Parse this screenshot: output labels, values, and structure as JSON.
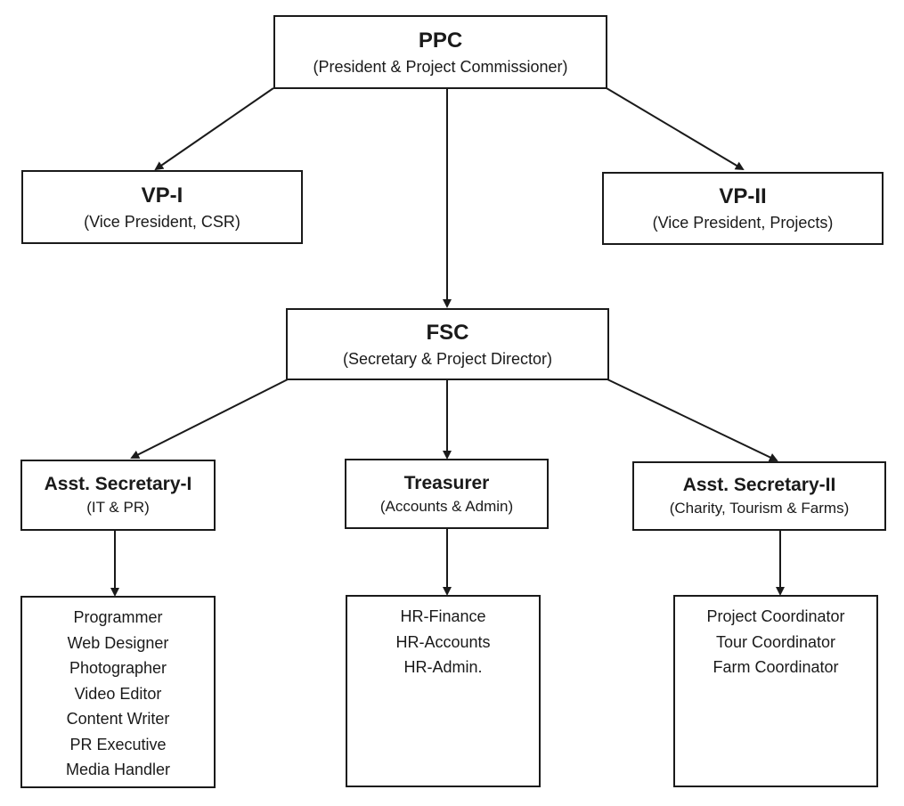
{
  "nodes": {
    "ppc": {
      "title": "PPC",
      "subtitle": "(President & Project Commissioner)"
    },
    "vp1": {
      "title": "VP-I",
      "subtitle": "(Vice President, CSR)"
    },
    "vp2": {
      "title": "VP-II",
      "subtitle": "(Vice President, Projects)"
    },
    "fsc": {
      "title": "FSC",
      "subtitle": "(Secretary & Project Director)"
    },
    "as1": {
      "title": "Asst. Secretary-I",
      "subtitle": "(IT & PR)"
    },
    "treasurer": {
      "title": "Treasurer",
      "subtitle": "(Accounts & Admin)"
    },
    "as2": {
      "title": "Asst. Secretary-II",
      "subtitle": "(Charity, Tourism & Farms)"
    }
  },
  "staff": {
    "as1": [
      "Programmer",
      "Web Designer",
      "Photographer",
      "Video Editor",
      "Content Writer",
      "PR Executive",
      "Media Handler"
    ],
    "treasurer": [
      "HR-Finance",
      "HR-Accounts",
      "HR-Admin."
    ],
    "as2": [
      "Project Coordinator",
      "Tour Coordinator",
      "Farm Coordinator"
    ]
  },
  "edges": [
    {
      "from": "PPC",
      "to": "VP-I"
    },
    {
      "from": "PPC",
      "to": "VP-II"
    },
    {
      "from": "PPC",
      "to": "FSC"
    },
    {
      "from": "FSC",
      "to": "Asst. Secretary-I"
    },
    {
      "from": "FSC",
      "to": "Treasurer"
    },
    {
      "from": "FSC",
      "to": "Asst. Secretary-II"
    },
    {
      "from": "Asst. Secretary-I",
      "to": "Asst. Secretary-I staff"
    },
    {
      "from": "Treasurer",
      "to": "Treasurer staff"
    },
    {
      "from": "Asst. Secretary-II",
      "to": "Asst. Secretary-II staff"
    }
  ]
}
